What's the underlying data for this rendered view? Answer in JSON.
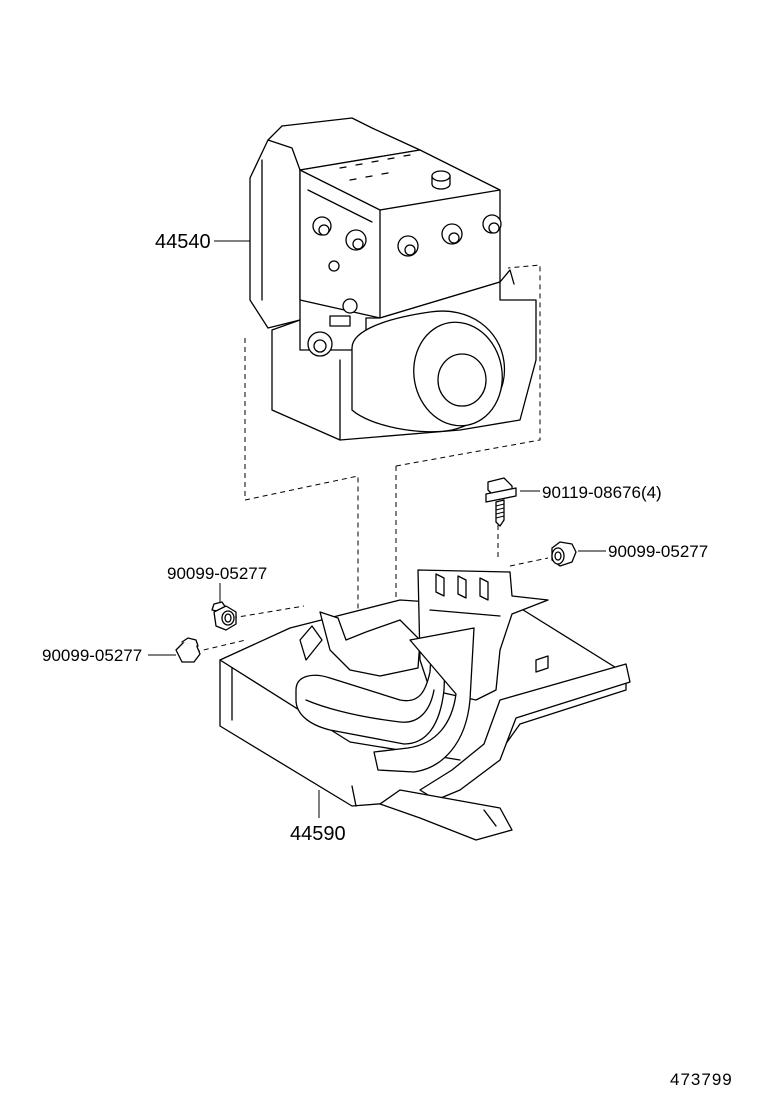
{
  "diagram": {
    "parts": [
      {
        "id": "abs-actuator",
        "part_no": "44540"
      },
      {
        "id": "bracket",
        "part_no": "44590"
      },
      {
        "id": "bolt",
        "part_no": "90119-08676(4)"
      },
      {
        "id": "nut-right",
        "part_no": "90099-05277"
      },
      {
        "id": "nut-left-upper",
        "part_no": "90099-05277"
      },
      {
        "id": "nut-left-lower",
        "part_no": "90099-05277"
      }
    ],
    "illustration_id": "473799"
  }
}
